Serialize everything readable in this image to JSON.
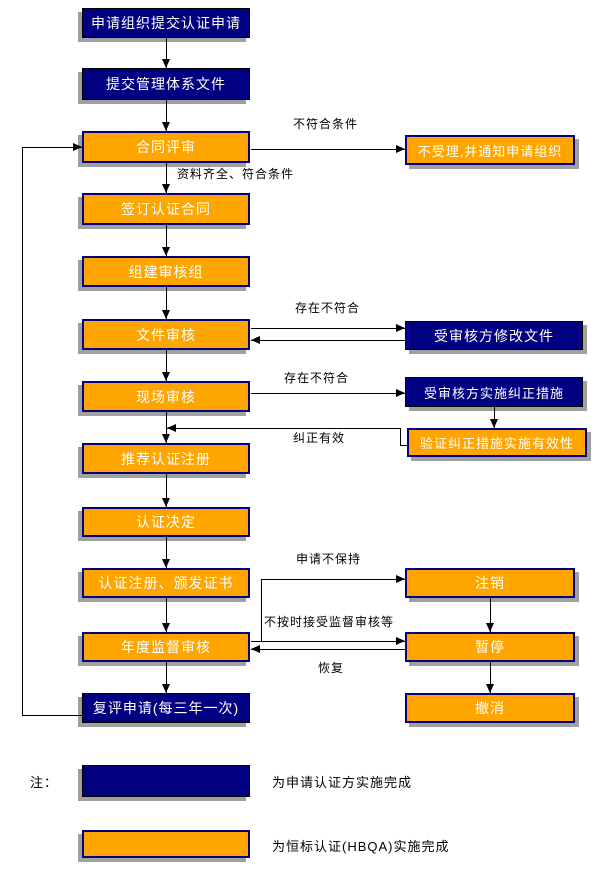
{
  "diagram_type": "flowchart",
  "nodes": {
    "apply": "申请组织提交认证申请",
    "submit_docs": "提交管理体系文件",
    "contract_review": "合同评审",
    "reject": "不受理,并通知申请组织",
    "sign_contract": "签订认证合同",
    "form_team": "组建审核组",
    "doc_review": "文件审核",
    "modify_docs": "受审核方修改文件",
    "site_audit": "现场审核",
    "corrective_actions": "受审核方实施纠正措施",
    "verify_effectiveness": "验证纠正措施实施有效性",
    "recommend": "推荐认证注册",
    "decision": "认证决定",
    "register_issue": "认证注册、颁发证书",
    "cancel": "注销",
    "annual_audit": "年度监督审核",
    "suspend": "暂停",
    "reassess": "复评申请(每三年一次)",
    "revoke": "撤消"
  },
  "edge_labels": {
    "not_qualified": "不符合条件",
    "qualified": "资料齐全、符合条件",
    "nonconformity_doc": "存在不符合",
    "nonconformity_site": "存在不符合",
    "correction_effective": "纠正有效",
    "not_maintain": "申请不保持",
    "no_audit": "不按时接受监督审核等",
    "resume": "恢复"
  },
  "legend": {
    "note_label": "注：",
    "items": [
      {
        "color_name": "navy",
        "text": "为申请认证方实施完成"
      },
      {
        "color_name": "orange",
        "text": "为恒标认证(HBQA)实施完成"
      }
    ]
  },
  "colors": {
    "navy": "#000080",
    "orange": "#FFA500",
    "box_border": "#000080",
    "line": "#000000",
    "shadow": "#a0a0a0",
    "box_text": "#ffffff",
    "label_text": "#000000"
  }
}
